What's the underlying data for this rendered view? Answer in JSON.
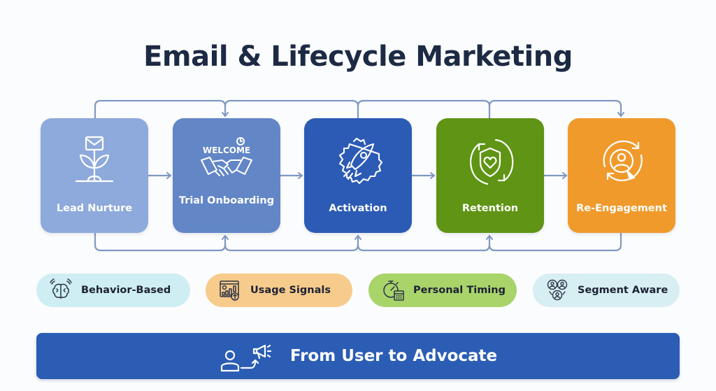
{
  "title": "Email & Lifecycle Marketing",
  "stages": [
    {
      "label": "Lead Nurture",
      "icon": "envelope-sprout-icon",
      "color": "#8ea9db"
    },
    {
      "label": "Trial Onboarding",
      "icon_text": "WELCOME",
      "icon": "welcome-handshake-icon",
      "color": "#6286c6"
    },
    {
      "label": "Activation",
      "icon": "rocket-gear-icon",
      "color": "#2c5bb5"
    },
    {
      "label": "Retention",
      "icon": "shield-heart-cycle-icon",
      "color": "#5f9414"
    },
    {
      "label": "Re-Engagement",
      "icon": "user-refresh-cursor-icon",
      "color": "#f09a2c"
    }
  ],
  "connectors": {
    "color": "#7f98c2",
    "flow": "Lead Nurture → Trial Onboarding → Activation → Retention → Re-Engagement",
    "top_loops": "Connect top edges of stages; arrows point down into Trial Onboarding and Re-Engagement",
    "bottom_loops": "Connect bottom edges of stages; arrows point up into Trial Onboarding, Activation and Retention"
  },
  "features": [
    {
      "label": "Behavior-Based",
      "icon": "brain-signal-icon",
      "color": "#cfeef3"
    },
    {
      "label": "Usage Signals",
      "icon": "dashboard-chart-icon",
      "color": "#f7cb8c"
    },
    {
      "label": "Personal Timing",
      "icon": "stopwatch-calendar-icon",
      "color": "#a8d46a"
    },
    {
      "label": "Segment Aware",
      "icon": "user-segments-icon",
      "color": "#d7eef3"
    }
  ],
  "banner": {
    "label": "From User to Advocate",
    "icon": "user-to-megaphone-icon",
    "color": "#2b5db4"
  }
}
